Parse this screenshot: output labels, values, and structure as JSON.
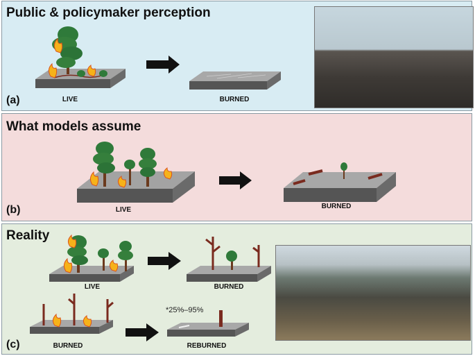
{
  "panel_a": {
    "title": "Public & policymaker perception",
    "letter": "(a)",
    "left_label": "LIVE",
    "right_label": "BURNED"
  },
  "panel_b": {
    "title": "What models assume",
    "letter": "(b)",
    "left_label": "LIVE",
    "right_label": "BURNED"
  },
  "panel_c": {
    "title": "Reality",
    "letter": "(c)",
    "top_left_label": "LIVE",
    "top_right_label": "BURNED",
    "bottom_left_label": "BURNED",
    "bottom_right_label": "REBURNED",
    "annotation": "*25%–95%"
  },
  "colors": {
    "panel_a_bg": "#d8ecf3",
    "panel_b_bg": "#f4dcdc",
    "panel_c_bg": "#e4edde"
  }
}
